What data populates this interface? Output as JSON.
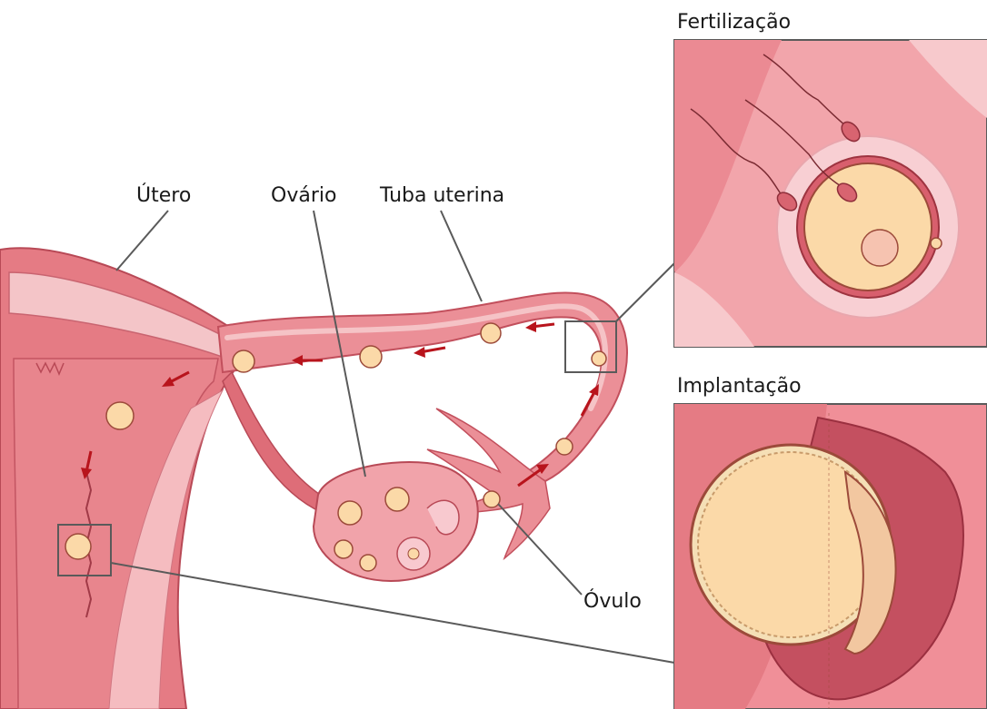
{
  "labels": {
    "uterus": "Útero",
    "ovary": "Ovário",
    "tube": "Tuba uterina",
    "ovum": "Óvulo"
  },
  "insets": {
    "fertilization_title": "Fertilização",
    "implantation_title": "Implantação"
  },
  "colors": {
    "background": "#ffffff",
    "tissue_dark": "#d9616d",
    "tissue_mid": "#ea8a92",
    "tissue_light": "#f6c6c9",
    "cell_fill": "#fbd9a8",
    "arrow": "#b8141c",
    "callout_line": "#5a5a5a"
  }
}
